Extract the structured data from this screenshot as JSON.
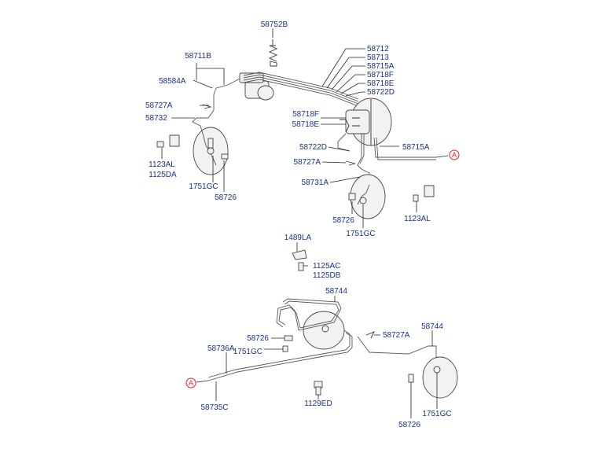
{
  "diagram": {
    "labels": {
      "p58752B": "58752B",
      "p58711B": "58711B",
      "p58584A": "58584A",
      "p58727A_1": "58727A",
      "p58732": "58732",
      "p1123AL_1": "1123AL",
      "p1125DA": "1125DA",
      "p1751GC_1": "1751GC",
      "p58726_1": "58726",
      "p58712": "58712",
      "p58713": "58713",
      "p58715A_1": "58715A",
      "p58718F_1": "58718F",
      "p58718E_1": "58718E",
      "p58722D_1": "58722D",
      "p58718F_2": "58718F",
      "p58718E_2": "58718E",
      "p58722D_2": "58722D",
      "p58715A_2": "58715A",
      "p58727A_2": "58727A",
      "p58731A": "58731A",
      "p58726_2": "58726",
      "p1751GC_2": "1751GC",
      "p1123AL_2": "1123AL",
      "p1489LA": "1489LA",
      "p1125AC": "1125AC",
      "p1125DB": "1125DB",
      "p58744_1": "58744",
      "p58726_3": "58726",
      "p1751GC_3": "1751GC",
      "p58727A_3": "58727A",
      "p58744_2": "58744",
      "p58736A": "58736A",
      "p58735C": "58735C",
      "p1129ED": "1129ED",
      "p1751GC_4": "1751GC",
      "p58726_4": "58726"
    },
    "ref_marker_1": "A",
    "ref_marker_2": "A",
    "colors": {
      "label": "#1a2f8c",
      "reference": "#e02020",
      "line": "#333333"
    }
  }
}
